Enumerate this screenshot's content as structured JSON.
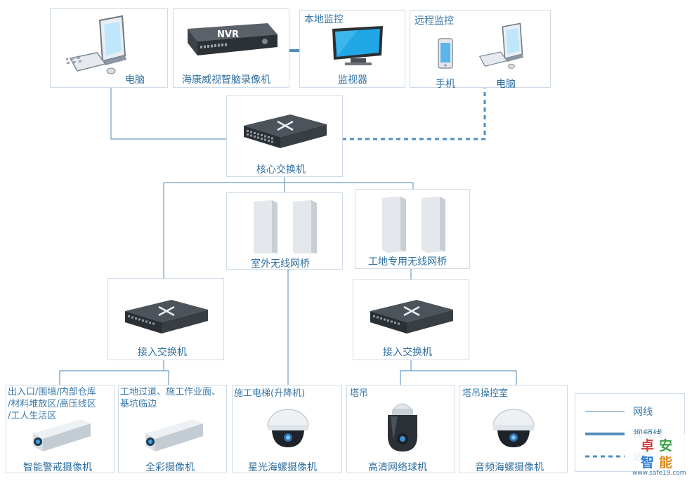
{
  "devices": {
    "pc_local": "电脑",
    "nvr_badge": "NVR",
    "nvr": "海康威视智脑录像机",
    "local_monitor_title": "本地监控",
    "monitor": "监视器",
    "remote_title": "远程监控",
    "phone": "手机",
    "pc_remote": "电脑",
    "core_switch": "核心交换机",
    "bridge_outdoor": "室外无线网桥",
    "bridge_site": "工地专用无线网桥",
    "access_switch_left": "接入交换机",
    "access_switch_right": "接入交换机"
  },
  "cameras": [
    {
      "note": [
        "出入口/围墙/内部仓库",
        "/材料堆放区/高压线区",
        "/工人生活区"
      ],
      "label": "智能警戒摄像机"
    },
    {
      "note": [
        "工地过道、施工作业面、",
        "基坑临边"
      ],
      "label": "全彩摄像机"
    },
    {
      "note": [
        "施工电梯(升降机)"
      ],
      "label": "星光海螺摄像机"
    },
    {
      "note": [
        "塔吊"
      ],
      "label": "高清网络球机"
    },
    {
      "note": [
        "塔吊操控室"
      ],
      "label": "音频海螺摄像机"
    }
  ],
  "legend": {
    "network": "网线",
    "video": "视频线",
    "remote": "远程"
  },
  "watermark": {
    "chars": [
      "卓",
      "安",
      "智",
      "能"
    ],
    "site": "www.safe19.com"
  },
  "colors": {
    "line": "#6a9cc4",
    "thick_line": "#4f8fc0",
    "accent": "#3a78a8"
  }
}
